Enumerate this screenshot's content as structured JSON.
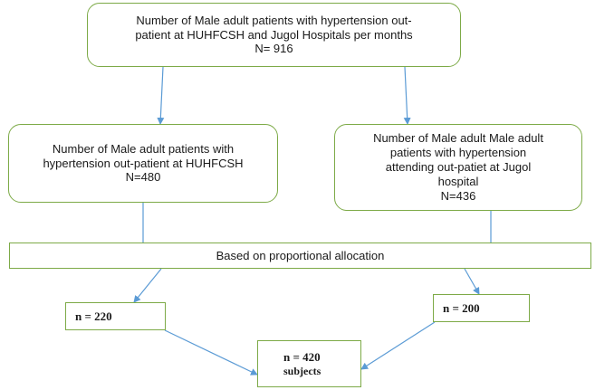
{
  "nodes": {
    "total": {
      "lines": [
        "Number of Male adult patients with hypertension out-",
        "patient at HUHFCSH and Jugol Hospitals per months",
        "N= 916"
      ]
    },
    "huhfcsh": {
      "lines": [
        "Number of Male adult patients with",
        "hypertension out-patient at HUHFCSH",
        "N=480"
      ]
    },
    "jugol": {
      "lines": [
        "Number of Male adult Male adult",
        "patients with hypertension",
        "attending out-patiet at Jugol",
        "hospital",
        "N=436"
      ]
    },
    "allocation": {
      "label": "Based on proportional allocation"
    },
    "n_left": {
      "label": "n = 220"
    },
    "n_right": {
      "label": "n = 200"
    },
    "n_total": {
      "lines": [
        "n = 420",
        "subjects"
      ]
    }
  },
  "colors": {
    "border": "#7daa47",
    "arrow": "#5b9bd5",
    "text": "#1a1a1a"
  }
}
